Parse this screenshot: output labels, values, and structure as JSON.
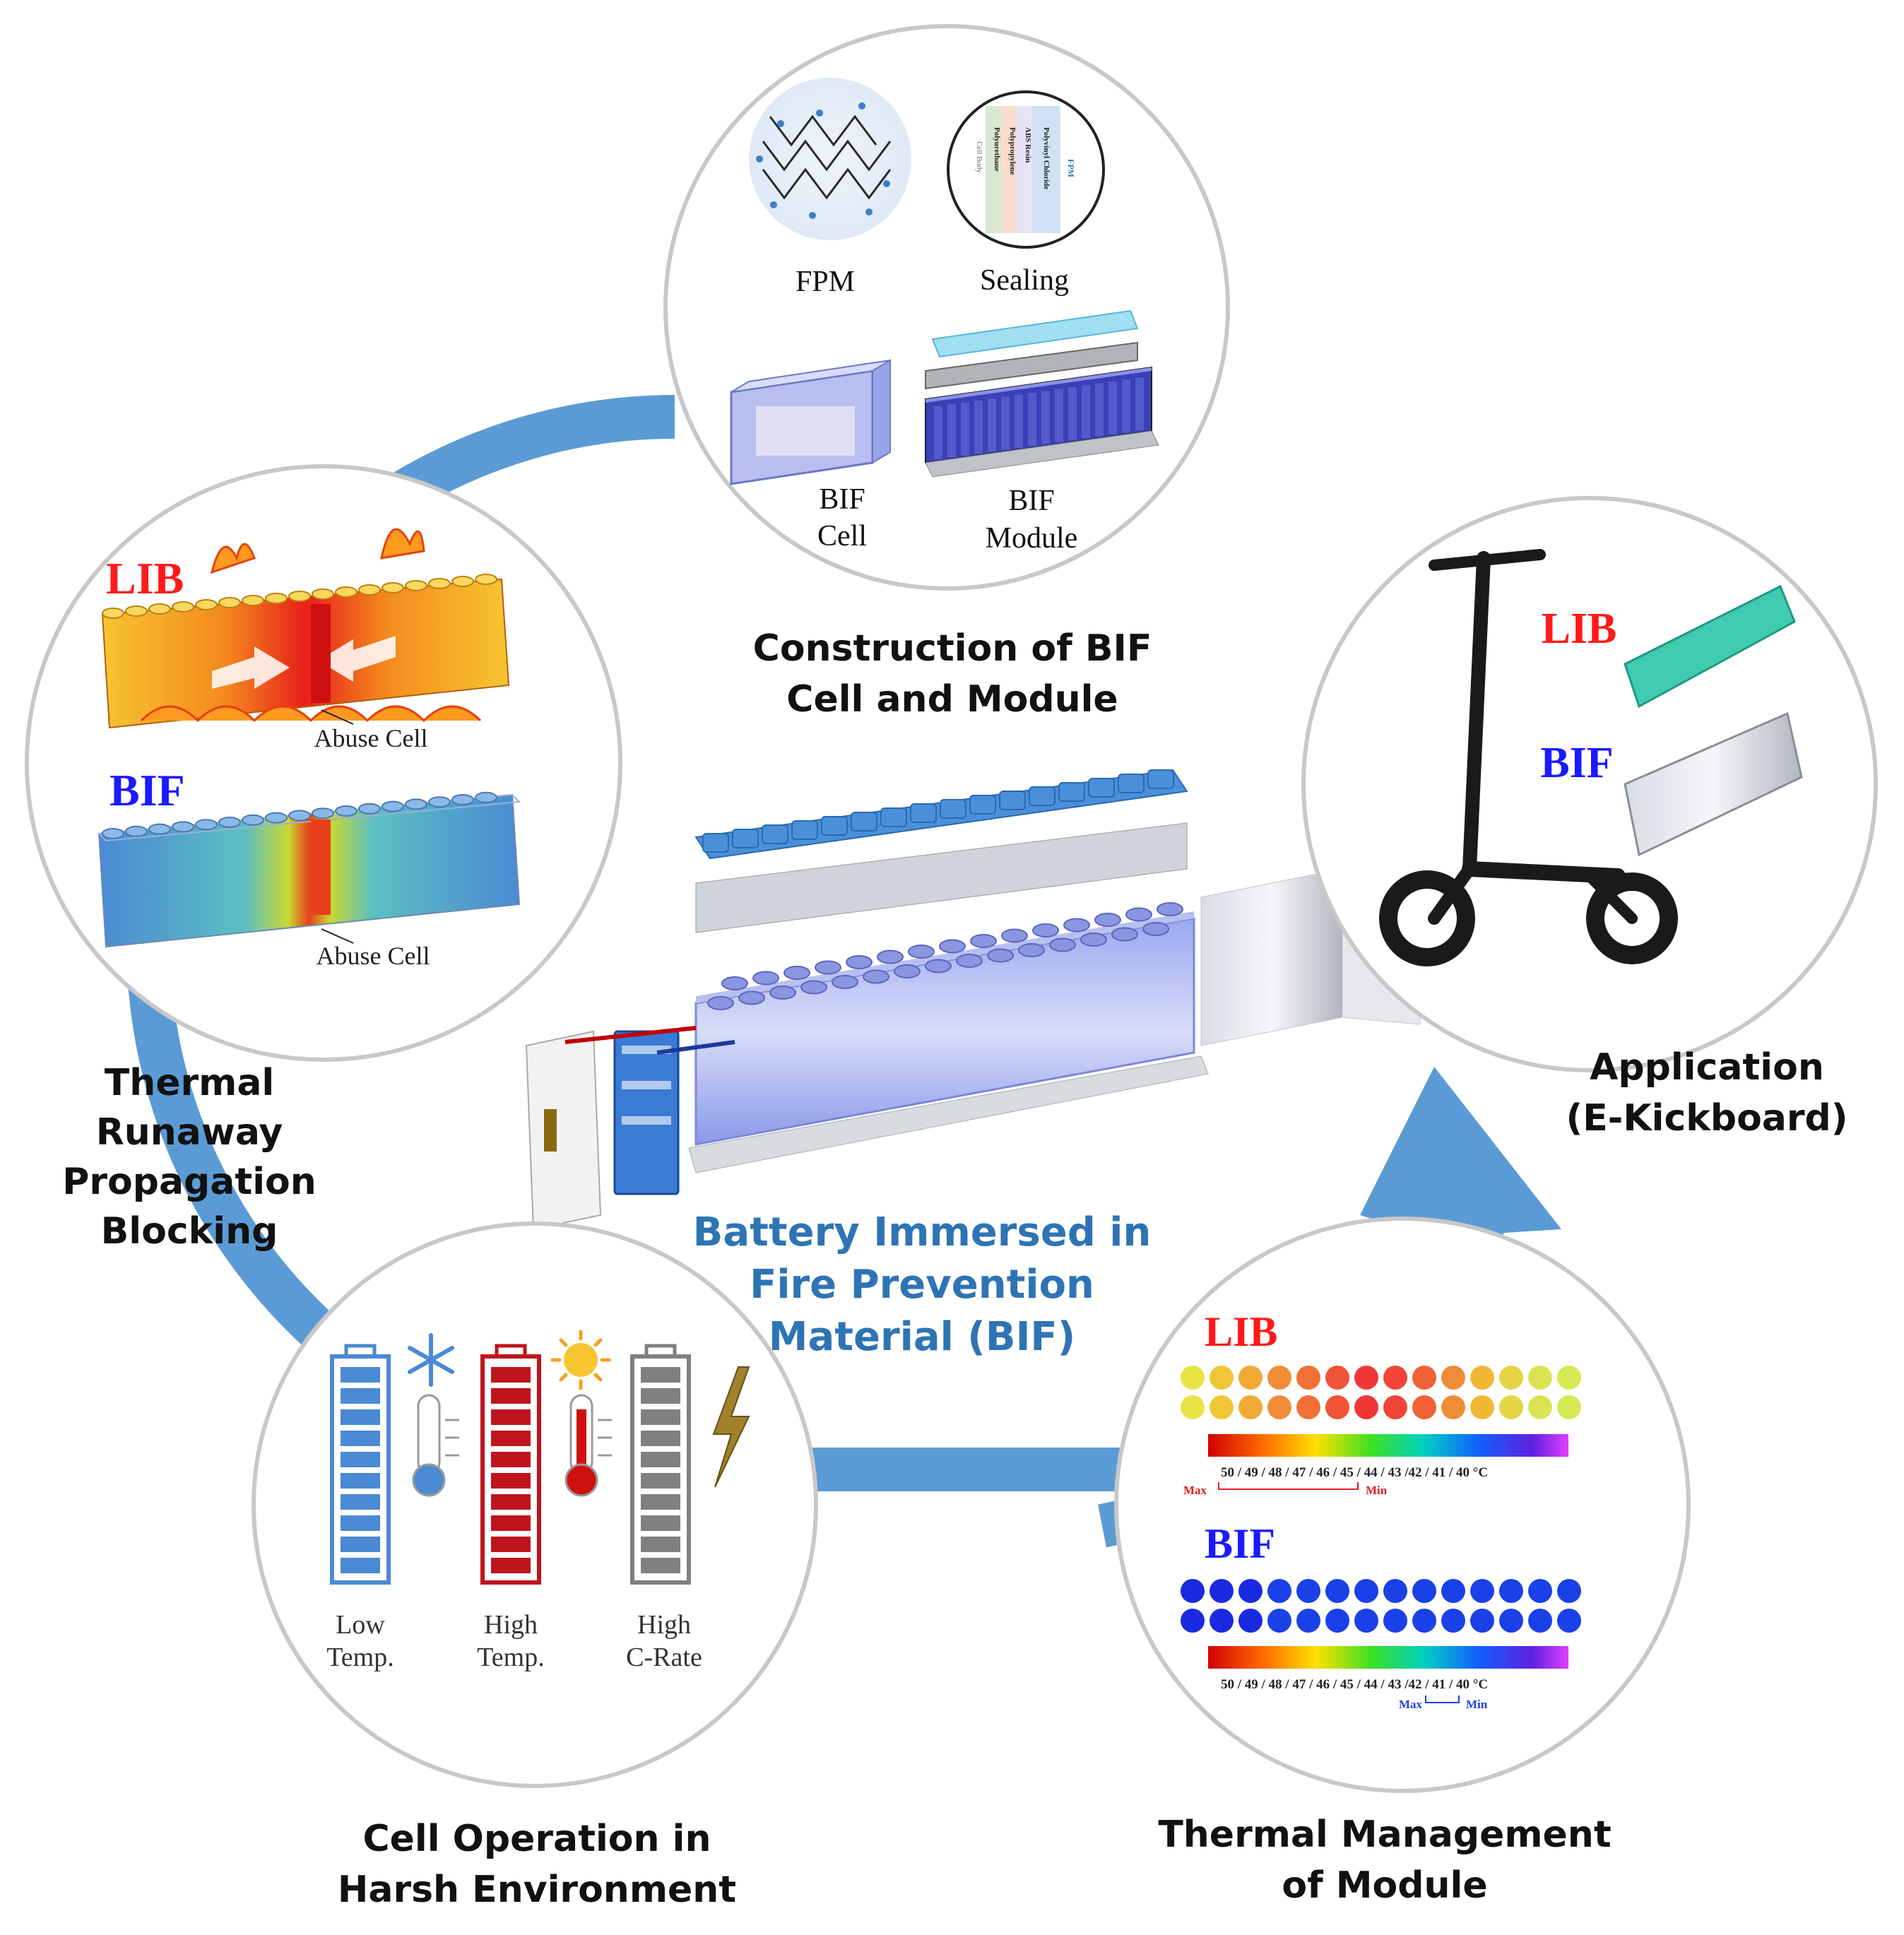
{
  "center_title": [
    "Battery Immersed in",
    "Fire Prevention",
    "Material (BIF)"
  ],
  "construction": {
    "caption": [
      "Construction of BIF",
      "Cell and Module"
    ],
    "fpm_label": "FPM",
    "sealing_label": "Sealing",
    "sealing_layers": [
      "Polyvinyl Chloride",
      "ABS Resin",
      "Polypropylene",
      "Polyurethane"
    ],
    "sealing_fpm": "FPM",
    "sealing_cell_body": "Cell Body",
    "bif_cell_label": [
      "BIF",
      "Cell"
    ],
    "bif_module_label": [
      "BIF",
      "Module"
    ]
  },
  "thermal_runaway": {
    "caption": [
      "Thermal",
      "Runaway",
      "Propagation",
      "Blocking"
    ],
    "lib_label": "LIB",
    "bif_label": "BIF",
    "abuse_cell_label": "Abuse Cell"
  },
  "application": {
    "caption": [
      "Application",
      "(E-Kickboard)"
    ],
    "lib_label": "LIB",
    "bif_label": "BIF"
  },
  "harsh_env": {
    "caption": [
      "Cell Operation in",
      "Harsh Environment"
    ],
    "items": [
      {
        "label": [
          "Low",
          "Temp."
        ],
        "color": "#4a8ad4"
      },
      {
        "label": [
          "High",
          "Temp."
        ],
        "color": "#c0141c"
      },
      {
        "label": [
          "High",
          "C-Rate"
        ],
        "color": "#808080"
      }
    ]
  },
  "thermal_mgmt": {
    "caption": [
      "Thermal Management",
      "of Module"
    ],
    "lib_label": "LIB",
    "bif_label": "BIF",
    "scale_text": "50 / 49 / 48 / 47 / 46 / 45 / 44 / 43 /42 / 41 / 40 °C",
    "max_label": "Max",
    "min_label": "Min"
  },
  "colors": {
    "arrow": "#5b9bd5",
    "lib_red": "#ff1a1a",
    "bif_blue": "#1a1aff",
    "title_blue": "#2e74b5",
    "max_red": "#e02020",
    "max_blue": "#2040e0"
  }
}
